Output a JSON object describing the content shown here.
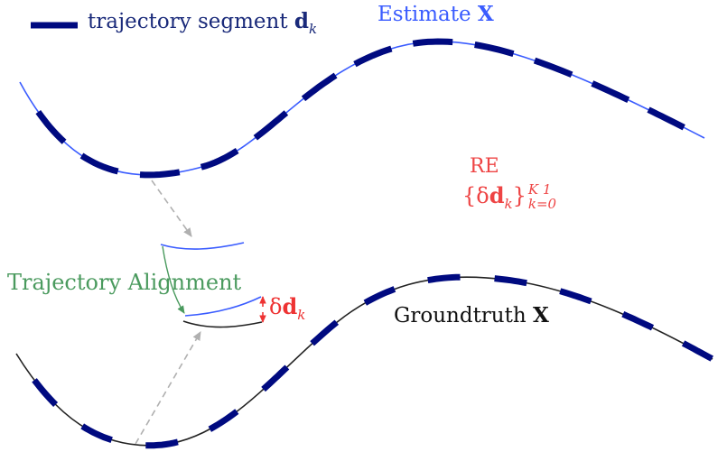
{
  "legend": {
    "label_prefix": "trajectory segment ",
    "symbol": "d",
    "subscript": "k",
    "swatch_color": "#000a80"
  },
  "estimate": {
    "label": "Estimate ",
    "symbol": "X",
    "curve_color": "#3a5cff"
  },
  "groundtruth": {
    "label": "Groundtruth ",
    "symbol": "X",
    "curve_color": "#222222"
  },
  "alignment": {
    "label": "Trajectory Alignment",
    "color": "#4a9a5e"
  },
  "relative_error": {
    "label": "RE",
    "set_open": "{δ",
    "set_symbol": "d",
    "set_sub": "k",
    "set_close": "}",
    "sup": "K 1",
    "sub": "k=0",
    "color": "#ee4444"
  },
  "segment_error": {
    "delta": "δ",
    "symbol": "d",
    "subscript": "k",
    "color": "#ee3333"
  },
  "colors": {
    "segment": "#000a80",
    "guide_arrow": "#b0b0b0",
    "text_black": "#111111"
  }
}
